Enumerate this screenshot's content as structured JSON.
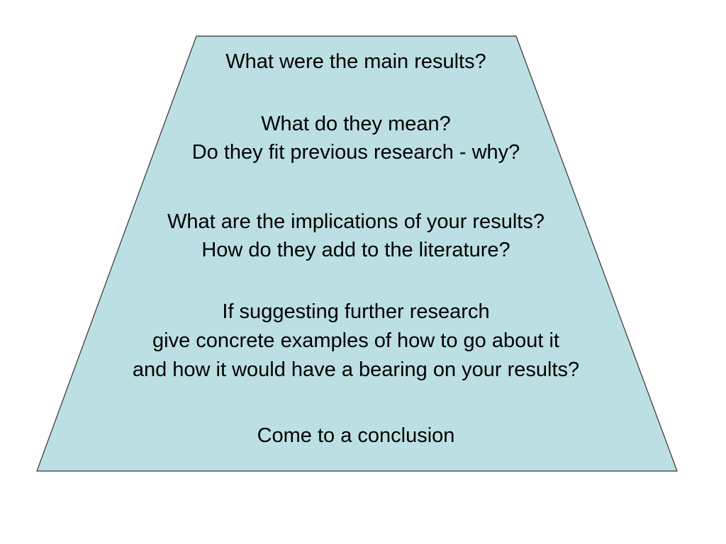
{
  "diagram": {
    "fill_color": "#bcdfe3",
    "stroke_color": "#333333",
    "blocks": [
      {
        "lines": [
          "What were the main results?"
        ]
      },
      {
        "lines": [
          "What do they mean?",
          "Do they fit previous research - why?"
        ]
      },
      {
        "lines": [
          "What are the implications of your results?",
          "How do they add to the literature?"
        ]
      },
      {
        "lines": [
          "If suggesting further research",
          "give concrete examples of how to go about it",
          "and how it would have a bearing on your results?"
        ]
      },
      {
        "lines": [
          "Come to a conclusion"
        ]
      }
    ]
  }
}
